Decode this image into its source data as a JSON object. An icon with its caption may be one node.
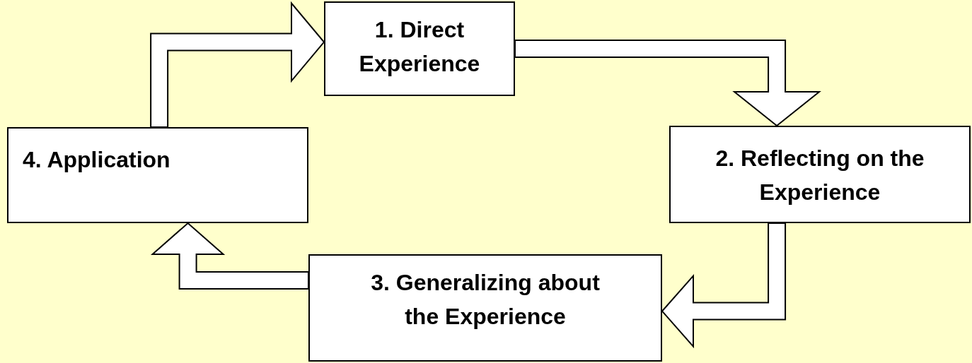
{
  "diagram": {
    "nodes": [
      {
        "text": [
          "1. Direct Experience"
        ]
      },
      {
        "text": [
          "2. Reflecting on the Experience"
        ]
      },
      {
        "text": [
          "3. Generalizing about the Experience"
        ]
      },
      {
        "text": [
          "4. Application"
        ]
      }
    ],
    "edges": [
      {
        "from": 0,
        "to": 1,
        "arrow": "to"
      },
      {
        "from": 1,
        "to": 2,
        "arrow": "to"
      },
      {
        "from": 2,
        "to": 3,
        "arrow": "to"
      },
      {
        "from": 3,
        "to": 0,
        "arrow": "to"
      }
    ]
  }
}
